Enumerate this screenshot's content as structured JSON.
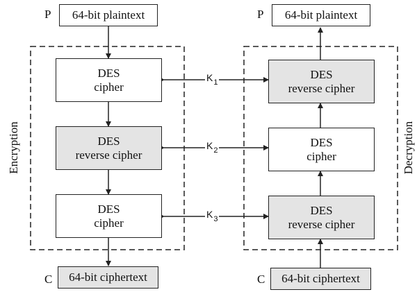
{
  "encryption": {
    "label": "Encryption",
    "input_letter": "P",
    "input_label": "64-bit plaintext",
    "output_letter": "C",
    "output_label": "64-bit ciphertext",
    "stages": [
      {
        "line1": "DES",
        "line2": "cipher"
      },
      {
        "line1": "DES",
        "line2": "reverse cipher"
      },
      {
        "line1": "DES",
        "line2": "cipher"
      }
    ]
  },
  "decryption": {
    "label": "Decryption",
    "output_letter": "P",
    "output_label": "64-bit plaintext",
    "input_letter": "C",
    "input_label": "64-bit ciphertext",
    "stages": [
      {
        "line1": "DES",
        "line2": "reverse cipher"
      },
      {
        "line1": "DES",
        "line2": "cipher"
      },
      {
        "line1": "DES",
        "line2": "reverse cipher"
      }
    ]
  },
  "keys": [
    {
      "symbol": "K",
      "index": "1"
    },
    {
      "symbol": "K",
      "index": "2"
    },
    {
      "symbol": "K",
      "index": "3"
    }
  ]
}
